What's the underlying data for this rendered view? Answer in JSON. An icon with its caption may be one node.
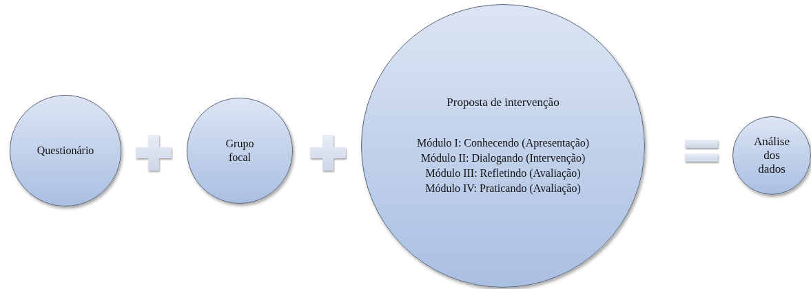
{
  "diagram": {
    "nodes": [
      {
        "text": [
          "Questionário"
        ]
      },
      {
        "text": [
          "Grupo focal"
        ]
      },
      {
        "text": [
          "Proposta de intervenção",
          "Módulo I: Conhecendo (Apresentação)",
          "Módulo II: Dialogando (Intervenção)",
          "Módulo III: Refletindo (Avaliação)",
          "Módulo IV: Praticando (Avaliação)"
        ]
      },
      {
        "text": [
          "Análise dos dados"
        ]
      }
    ]
  }
}
